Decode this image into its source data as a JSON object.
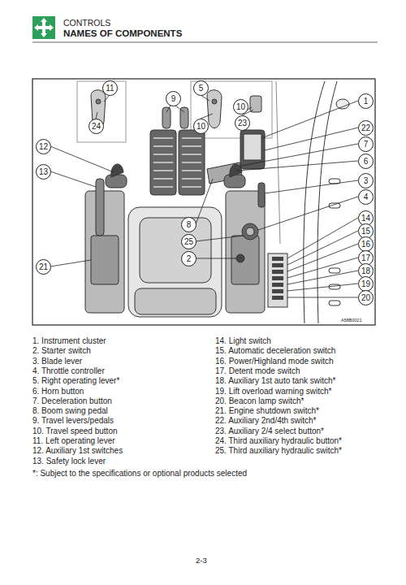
{
  "diagram": {
    "title": "NAMES OF COMPONENTS",
    "nodes": [
      {
        "text": [
          "11"
        ]
      },
      {
        "text": [
          "5"
        ]
      },
      {
        "text": [
          "9"
        ]
      },
      {
        "text": [
          "1"
        ]
      },
      {
        "text": [
          "10"
        ]
      },
      {
        "text": [
          "23"
        ]
      },
      {
        "text": [
          "24"
        ]
      },
      {
        "text": [
          "10"
        ]
      },
      {
        "text": [
          "22"
        ]
      },
      {
        "text": [
          "7"
        ]
      },
      {
        "text": [
          "12"
        ]
      },
      {
        "text": [
          "6"
        ]
      },
      {
        "text": [
          "13"
        ]
      },
      {
        "text": [
          "3"
        ]
      },
      {
        "text": [
          "4"
        ]
      },
      {
        "text": [
          "14"
        ]
      },
      {
        "text": [
          "8"
        ]
      },
      {
        "text": [
          "15"
        ]
      },
      {
        "text": [
          "25"
        ]
      },
      {
        "text": [
          "16"
        ]
      },
      {
        "text": [
          "17"
        ]
      },
      {
        "text": [
          "2"
        ]
      },
      {
        "text": [
          "18"
        ]
      },
      {
        "text": [
          "21"
        ]
      },
      {
        "text": [
          "19"
        ]
      },
      {
        "text": [
          "20"
        ]
      }
    ],
    "labels": [
      "CONTROLS",
      "A58B0021",
      "1. Instrument cluster",
      "2. Starter switch",
      "3. Blade lever",
      "4. Throttle controller",
      "5. Right operating lever*",
      "6. Horn button",
      "7. Deceleration button",
      "8. Boom swing pedal",
      "9. Travel levers/pedals",
      "10. Travel speed button",
      "11. Left operating lever",
      "12. Auxiliary 1st switches",
      "13. Safety lock lever",
      "14. Light switch",
      "15. Automatic deceleration switch",
      "16. Power/Highland mode switch",
      "17. Detent mode switch",
      "18. Auxiliary 1st auto tank switch*",
      "19. Lift overload warning switch*",
      "20. Beacon lamp switch*",
      "21. Engine shutdown switch*",
      "22. Auxiliary 2nd/4th switch*",
      "23. Auxiliary 2/4 select button*",
      "24. Third auxiliary hydraulic button*",
      "25. Third auxiliary hydraulic switch*",
      "*: Subject to the specifications or optional products selected",
      "2-3"
    ]
  }
}
